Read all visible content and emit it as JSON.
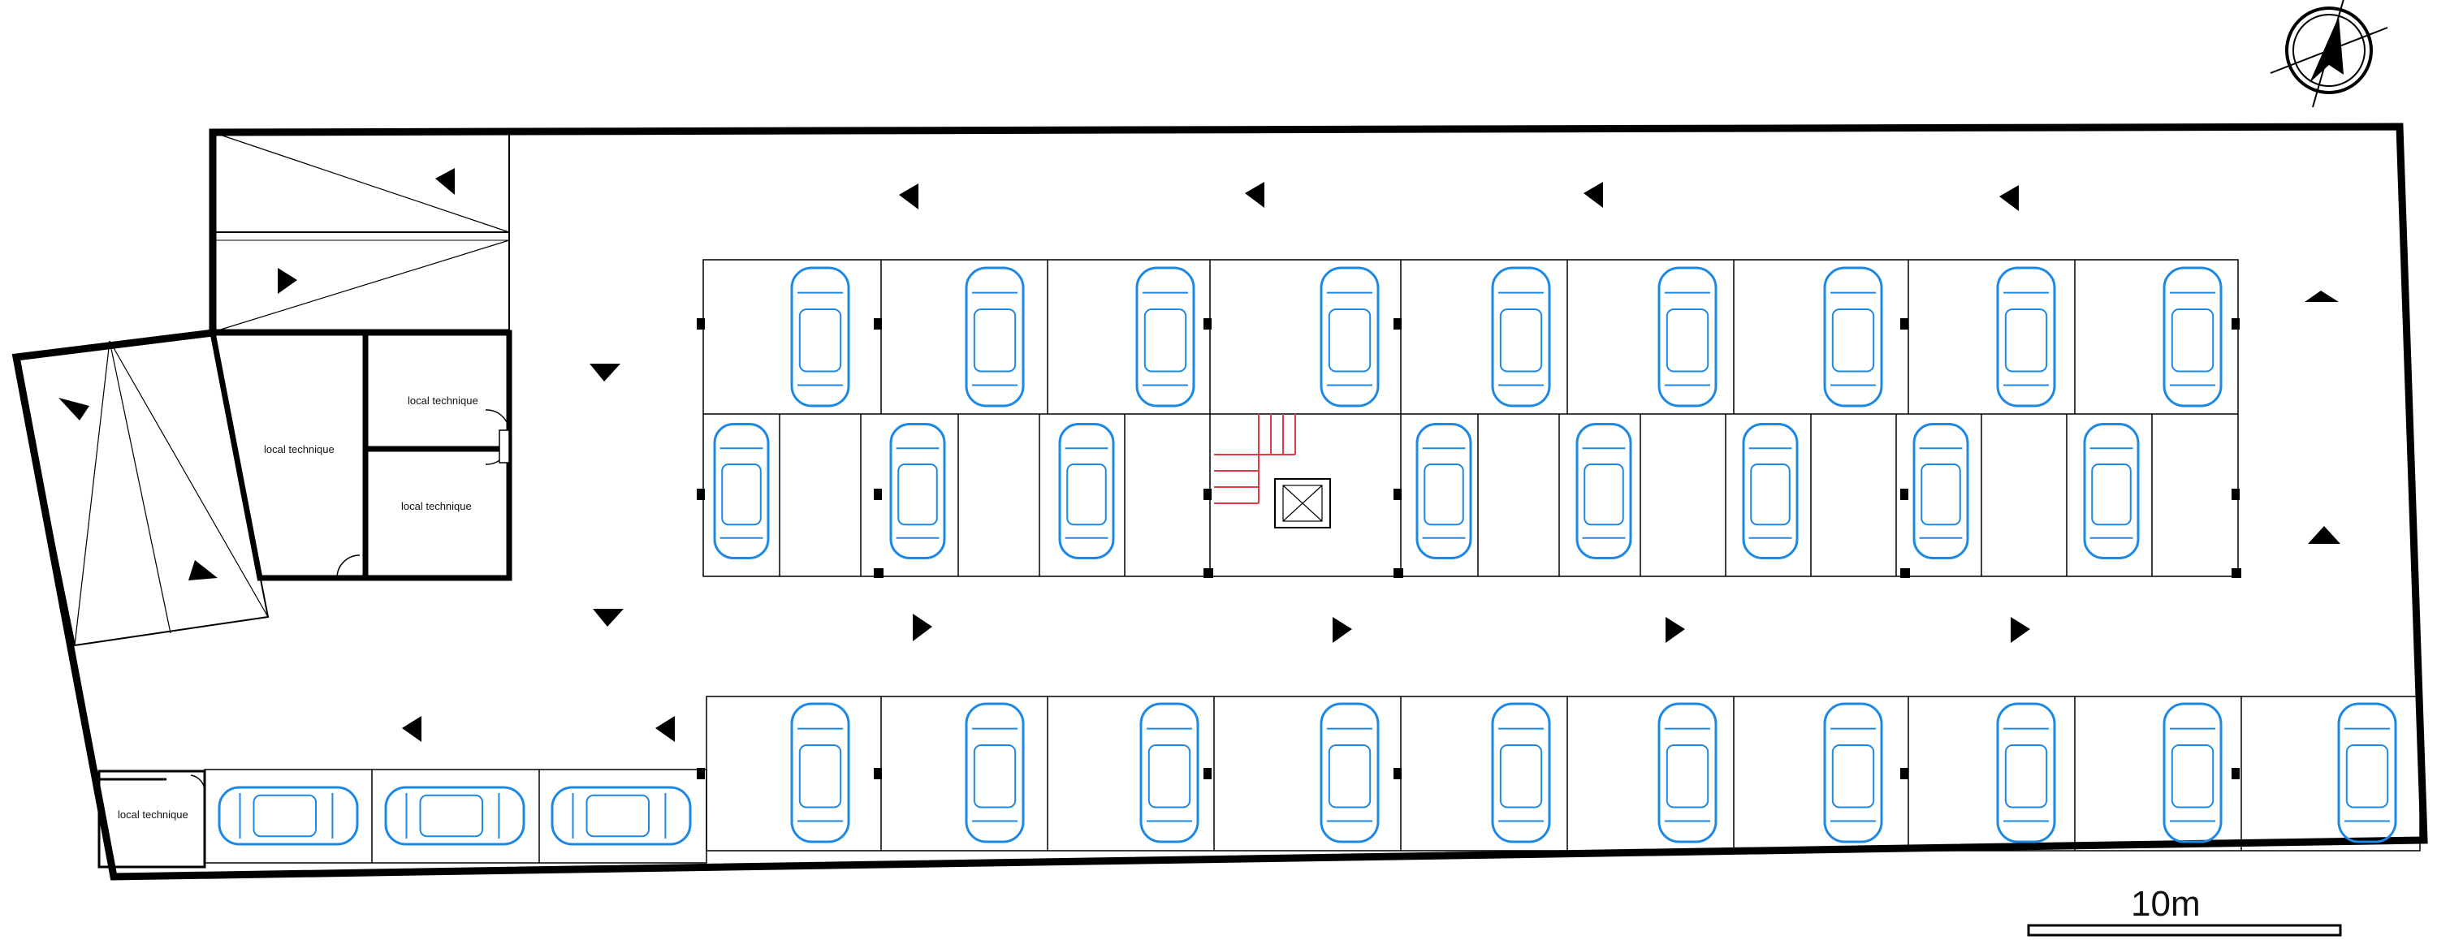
{
  "plan": {
    "technical_room_label": "local technique",
    "scale_bar_label": "10m",
    "north_arrow_icon": "north-arrow-icon",
    "colors": {
      "wall": "#000000",
      "car": "#1e88e5",
      "stairs": "#e53945",
      "bay_line": "#000000"
    },
    "direction_arrows": [
      {
        "id": "ramp-arrow-1",
        "dir": "left"
      },
      {
        "id": "ramp-arrow-2",
        "dir": "right"
      },
      {
        "id": "ramp-arrow-3",
        "dir": "down-left"
      },
      {
        "id": "ramp-arrow-4",
        "dir": "down-right"
      },
      {
        "id": "lane-arrow-top-1",
        "dir": "left"
      },
      {
        "id": "lane-arrow-top-2",
        "dir": "left"
      },
      {
        "id": "lane-arrow-top-3",
        "dir": "left"
      },
      {
        "id": "lane-arrow-top-4",
        "dir": "left"
      },
      {
        "id": "lane-arrow-right-1",
        "dir": "up"
      },
      {
        "id": "lane-arrow-right-2",
        "dir": "up"
      },
      {
        "id": "lane-arrow-mid-1",
        "dir": "right"
      },
      {
        "id": "lane-arrow-mid-2",
        "dir": "right"
      },
      {
        "id": "lane-arrow-mid-3",
        "dir": "right"
      },
      {
        "id": "lane-arrow-mid-4",
        "dir": "right"
      },
      {
        "id": "lane-arrow-left-1",
        "dir": "down"
      },
      {
        "id": "lane-arrow-left-2",
        "dir": "down"
      },
      {
        "id": "lane-arrow-bottom-1",
        "dir": "left"
      },
      {
        "id": "lane-arrow-bottom-2",
        "dir": "left"
      }
    ]
  }
}
